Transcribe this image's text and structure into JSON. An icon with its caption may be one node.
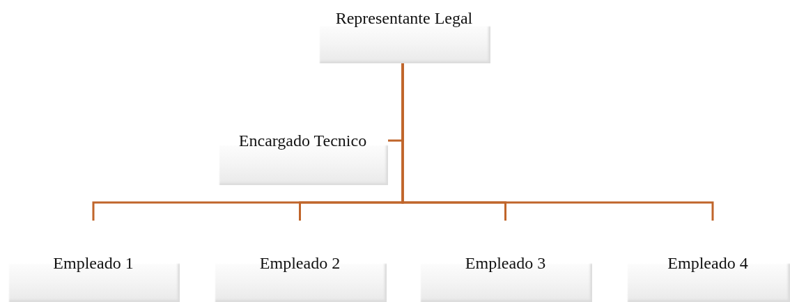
{
  "diagram": {
    "nodes": [
      {
        "text": [
          "Representante Legal"
        ]
      },
      {
        "text": [
          "Encargado Tecnico"
        ]
      },
      {
        "text": [
          "Empleado 1"
        ]
      },
      {
        "text": [
          "Empleado 2"
        ]
      },
      {
        "text": [
          "Empleado 3"
        ]
      },
      {
        "text": [
          "Empleado 4"
        ]
      }
    ],
    "edges": [
      {
        "from": 0,
        "to": 1,
        "arrow": "none"
      },
      {
        "from": 0,
        "to": 2,
        "arrow": "none"
      },
      {
        "from": 0,
        "to": 3,
        "arrow": "none"
      },
      {
        "from": 0,
        "to": 4,
        "arrow": "none"
      },
      {
        "from": 0,
        "to": 5,
        "arrow": "none"
      }
    ]
  }
}
